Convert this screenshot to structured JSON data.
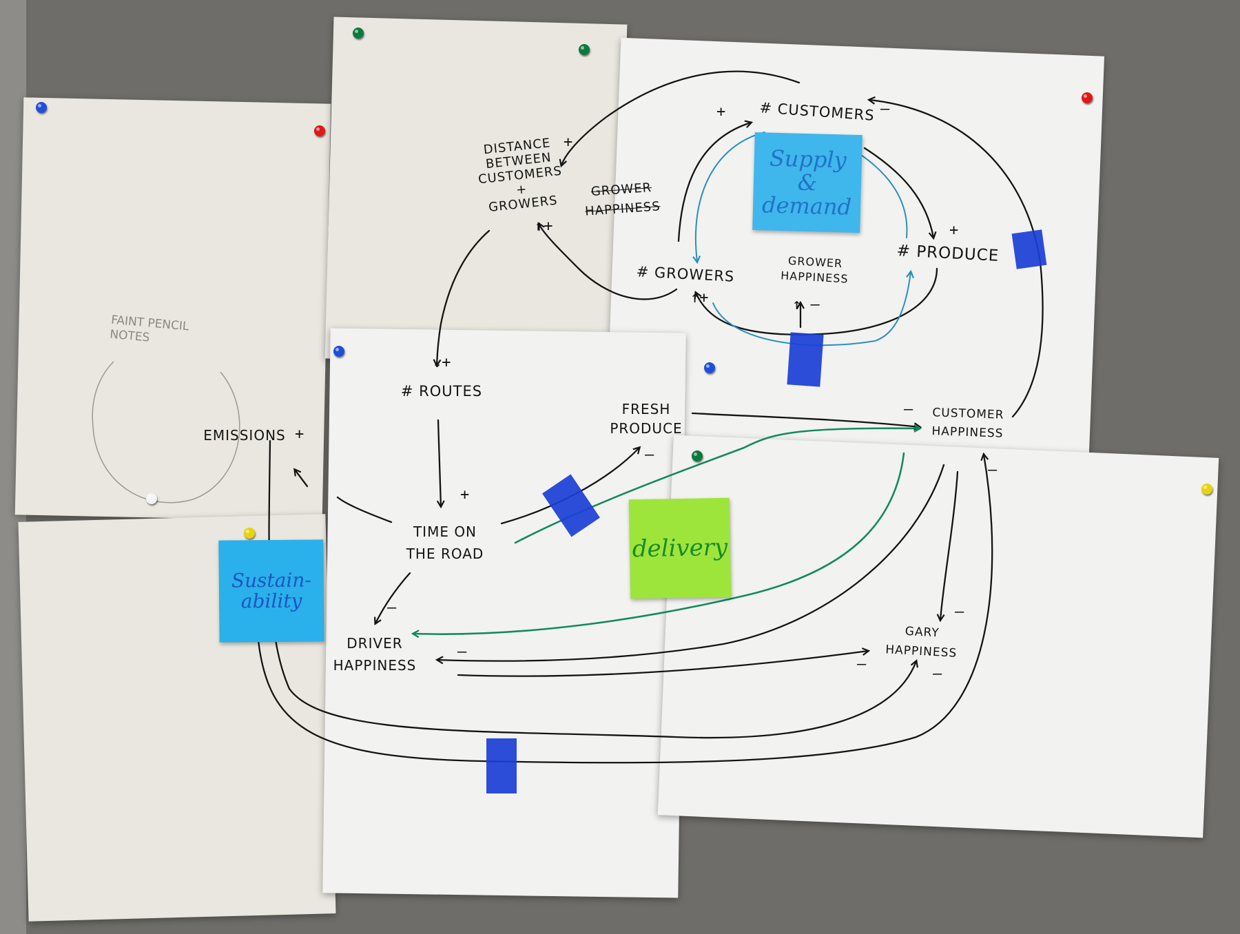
{
  "stickies": {
    "supply_demand": {
      "text": "Supply\n&\ndemand",
      "color": "#3fb6ec",
      "text_color": "#1f74c7"
    },
    "delivery": {
      "text": "delivery",
      "color": "#9ee53b",
      "text_color": "#1b8a2a"
    },
    "sustainability": {
      "text": "Sustain-\nability",
      "color": "#2ab0ea",
      "text_color": "#1b55c2"
    }
  },
  "nodes": {
    "customers": "# CUSTOMERS",
    "distance": "DISTANCE\nBETWEEN\nCUSTOMERS\n+\nGROWERS",
    "grower_happiness_struck": "GROWER\nHAPPINESS",
    "growers": "# GROWERS",
    "grower_happiness": "GROWER\nHAPPINESS",
    "produce": "# PRODUCE",
    "routes": "# ROUTES",
    "fresh_produce": "FRESH\nPRODUCE",
    "customer_happiness": "CUSTOMER\nHAPPINESS",
    "emissions": "EMISSIONS",
    "time_on_road": "TIME ON\nTHE ROAD",
    "driver_happiness": "DRIVER\nHAPPINESS",
    "gary_happiness": "GARY\nHAPPINESS",
    "faint_notes": "faint pencil notes"
  },
  "signs": {
    "plus": "+",
    "minus": "–",
    "arrow_plus": "↑+",
    "arrow_minus": "↑ –",
    "down_plus": "↓+"
  },
  "colors": {
    "board": "#6e6d69",
    "ink": "#141414",
    "green_ink": "#138a5c",
    "blue_ink": "#2a8fc0",
    "tape": "#1b3fd6",
    "pins": {
      "blue": "#1f4fd8",
      "red": "#e01818",
      "green": "#0b7a3c",
      "yellow": "#e8d40a",
      "white": "#f5f5f5"
    }
  }
}
